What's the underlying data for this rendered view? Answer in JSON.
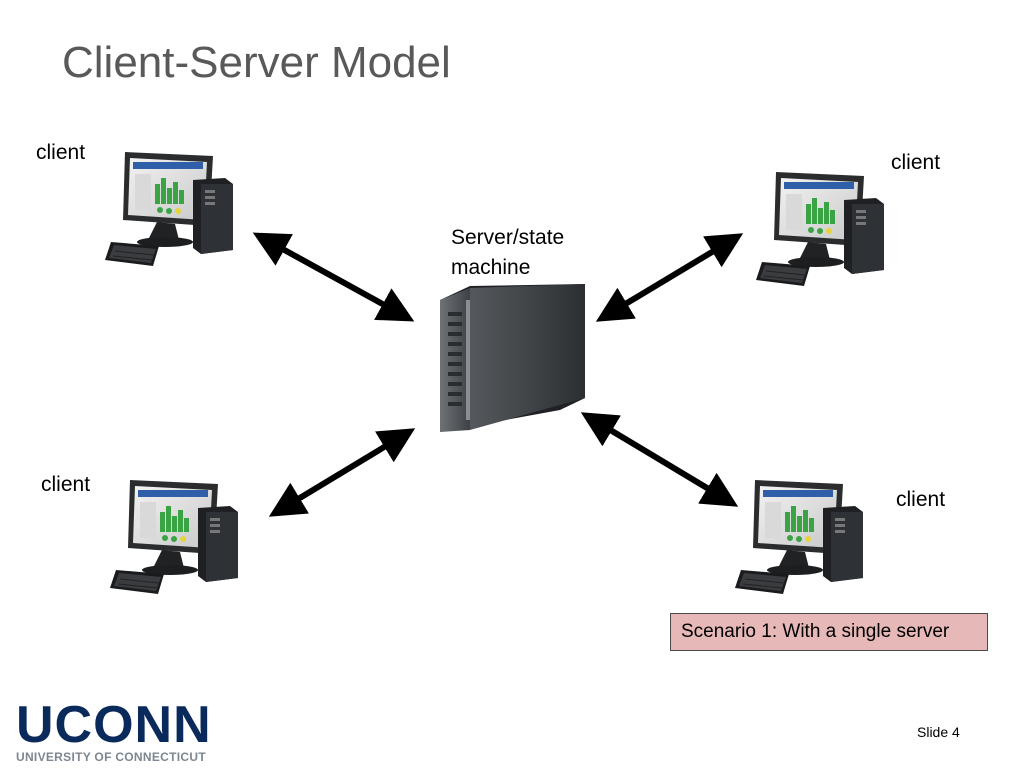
{
  "slide": {
    "title": "Client-Server Model",
    "slide_number": "Slide 4"
  },
  "diagram": {
    "server_label": [
      "Server/state",
      "machine"
    ],
    "clients": [
      {
        "label": "client"
      },
      {
        "label": "client"
      },
      {
        "label": "client"
      },
      {
        "label": "client"
      }
    ],
    "caption": "Scenario 1: With a single server",
    "caption_color": "#e6b8b7"
  },
  "logo": {
    "wordmark": "UCONN",
    "subtitle": "UNIVERSITY OF CONNECTICUT",
    "color": "#0b2a5c"
  }
}
